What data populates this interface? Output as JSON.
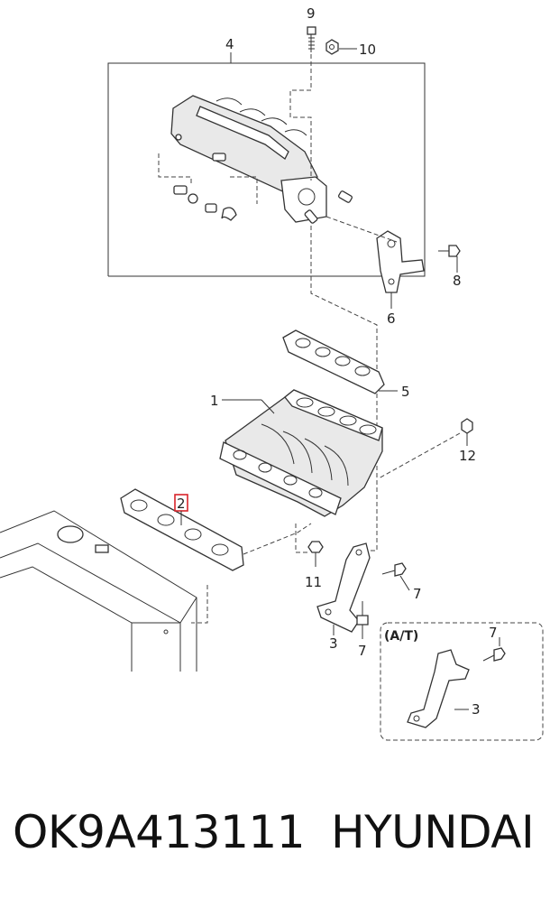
{
  "diagram": {
    "callouts": {
      "c1": "1",
      "c2": "2",
      "c3a": "3",
      "c3b": "3",
      "c4": "4",
      "c5": "5",
      "c6": "6",
      "c7a": "7",
      "c7b": "7",
      "c7c": "7",
      "c8": "8",
      "c9": "9",
      "c10": "10",
      "c11": "11",
      "c12": "12"
    },
    "inset_label": "(A/T)",
    "highlight_color": "#d9232a"
  },
  "footer": {
    "part_number": "OK9A413111",
    "brand": "HYUNDAI"
  }
}
